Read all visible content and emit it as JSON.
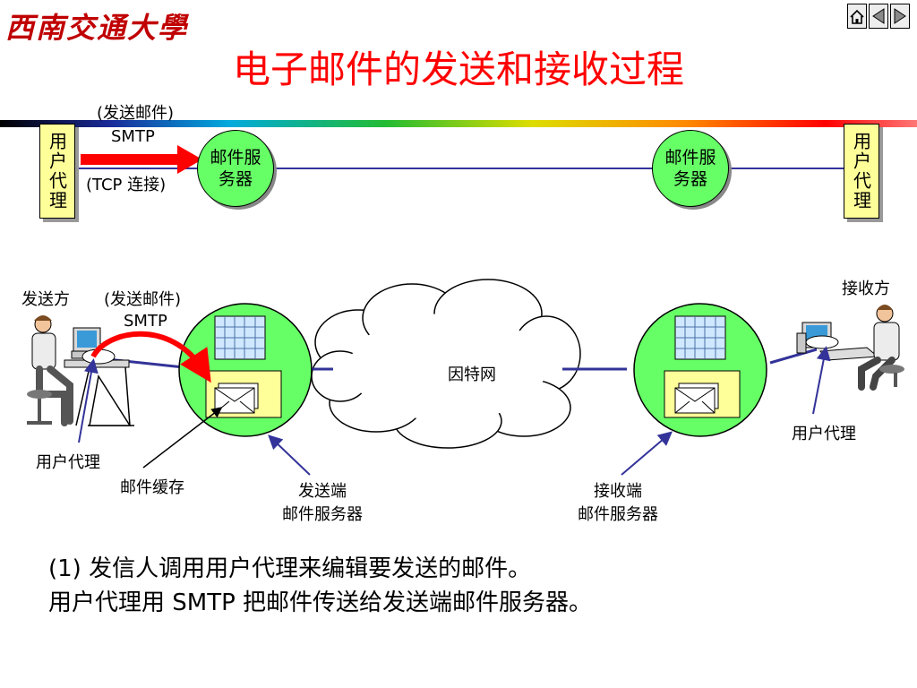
{
  "header": {
    "logo_text": "西南交通大學",
    "title": "电子邮件的发送和接收过程"
  },
  "nav": {
    "home_icon": "home-icon",
    "prev_icon": "triangle-left-icon",
    "next_icon": "triangle-right-icon"
  },
  "top_diagram": {
    "left_user_agent": "用户代理",
    "right_user_agent": "用户代理",
    "left_server": "邮件服务器",
    "right_server": "邮件服务器",
    "arrow_label_top": "(发送邮件)",
    "arrow_label_mid": "SMTP",
    "arrow_label_bottom": "(TCP 连接)"
  },
  "bottom_diagram": {
    "sender": "发送方",
    "receiver": "接收方",
    "arrow_label_top": "(发送邮件)",
    "arrow_label_mid": "SMTP",
    "internet": "因特网",
    "left_user_agent": "用户代理",
    "right_user_agent": "用户代理",
    "mailbox_cache": "邮件缓存",
    "send_server_line1": "发送端",
    "send_server_line2": "邮件服务器",
    "recv_server_line1": "接收端",
    "recv_server_line2": "邮件服务器"
  },
  "caption": {
    "line1": "(1) 发信人调用用户代理来编辑要发送的邮件。",
    "line2": "用户代理用 SMTP 把邮件传送给发送端邮件服务器。"
  },
  "colors": {
    "title": "#ff0000",
    "arrow": "#ff0000",
    "server": "#66ff66",
    "user_agent_box": "#ffff99",
    "link_line": "#333399"
  }
}
